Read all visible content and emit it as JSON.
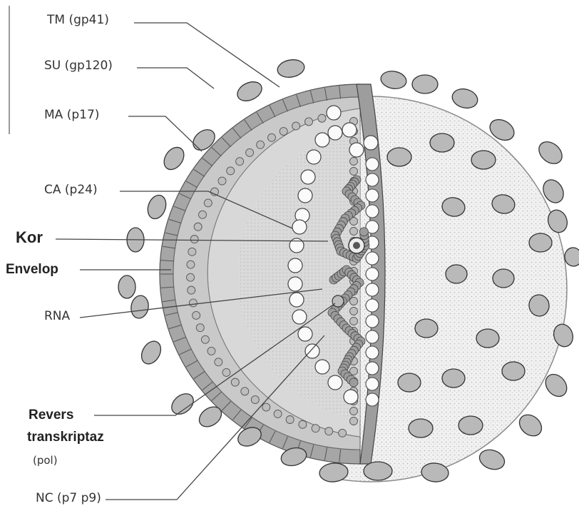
{
  "labels": {
    "tm": "TM (gp41)",
    "su": "SU (gp120)",
    "ma": "MA (p17)",
    "ca": "CA (p24)",
    "kor": "Kor",
    "envelop": "Envelop",
    "rna": "RNA",
    "revers1": "Revers",
    "revers2": "transkriptaz",
    "revers3": "(pol)",
    "nc": "NC (p7 p9)"
  },
  "colors": {
    "ink": "#3a3a3a",
    "knob": "#b9b9b9",
    "membrane": "#8f8f8f",
    "inner": "#d2d2d2",
    "bead": "#fafafa",
    "rnaBead": "#9c9c9c",
    "surface": "#efefef"
  }
}
